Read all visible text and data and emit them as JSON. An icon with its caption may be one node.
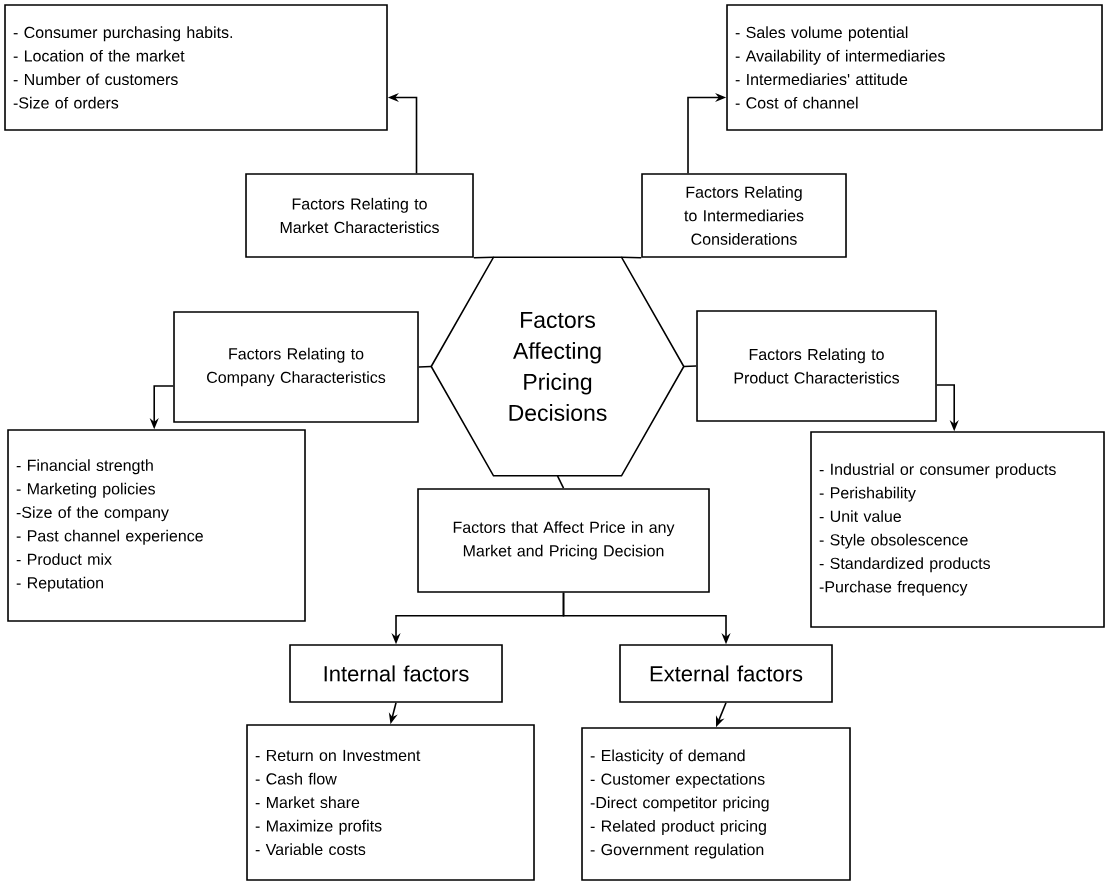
{
  "diagram": {
    "nodes": [
      {
        "text": [
          "- Consumer purchasing habits.",
          "- Location of the market",
          "- Number of customers",
          "-Size of orders"
        ]
      },
      {
        "text": [
          "- Sales volume potential",
          "- Availability of intermediaries",
          "- Intermediaries' attitude",
          "- Cost of channel"
        ]
      },
      {
        "text": [
          "Factors Relating to Market Characteristics"
        ]
      },
      {
        "text": [
          "Factors Relating to Intermediaries Considerations"
        ]
      },
      {
        "text": [
          "Factors Relating to Company Characteristics"
        ]
      },
      {
        "text": [
          "Factors Affecting Pricing Decisions"
        ]
      },
      {
        "text": [
          "Factors Relating to Product Characteristics"
        ]
      },
      {
        "text": [
          "- Financial strength",
          "- Marketing policies",
          "-Size of the company",
          "- Past channel experience",
          "- Product mix",
          "- Reputation"
        ]
      },
      {
        "text": [
          "- Industrial or consumer products",
          "- Perishability",
          "- Unit value",
          "- Style obsolescence",
          "- Standardized products",
          "-Purchase frequency"
        ]
      },
      {
        "text": [
          "Factors that Affect Price in any Market and Pricing Decision"
        ]
      },
      {
        "text": [
          "Internal factors"
        ]
      },
      {
        "text": [
          "External factors"
        ]
      },
      {
        "text": [
          "- Return on Investment",
          "- Cash flow",
          "- Market share",
          "- Maximize profits",
          "- Variable costs"
        ]
      },
      {
        "text": [
          "- Elasticity of demand",
          "- Customer expectations",
          "-Direct competitor pricing",
          "- Related product pricing",
          "- Government regulation"
        ]
      }
    ],
    "edges": [
      {
        "from": 2,
        "to": 0,
        "arrow": "to"
      },
      {
        "from": 3,
        "to": 1,
        "arrow": "to"
      },
      {
        "from": 5,
        "to": 2,
        "arrow": "none"
      },
      {
        "from": 5,
        "to": 3,
        "arrow": "none"
      },
      {
        "from": 5,
        "to": 4,
        "arrow": "none"
      },
      {
        "from": 5,
        "to": 6,
        "arrow": "none"
      },
      {
        "from": 4,
        "to": 7,
        "arrow": "to"
      },
      {
        "from": 6,
        "to": 8,
        "arrow": "to"
      },
      {
        "from": 5,
        "to": 9,
        "arrow": "none"
      },
      {
        "from": 9,
        "to": 10,
        "arrow": "to"
      },
      {
        "from": 9,
        "to": 11,
        "arrow": "to"
      },
      {
        "from": 10,
        "to": 12,
        "arrow": "to"
      },
      {
        "from": 11,
        "to": 13,
        "arrow": "to"
      }
    ]
  }
}
